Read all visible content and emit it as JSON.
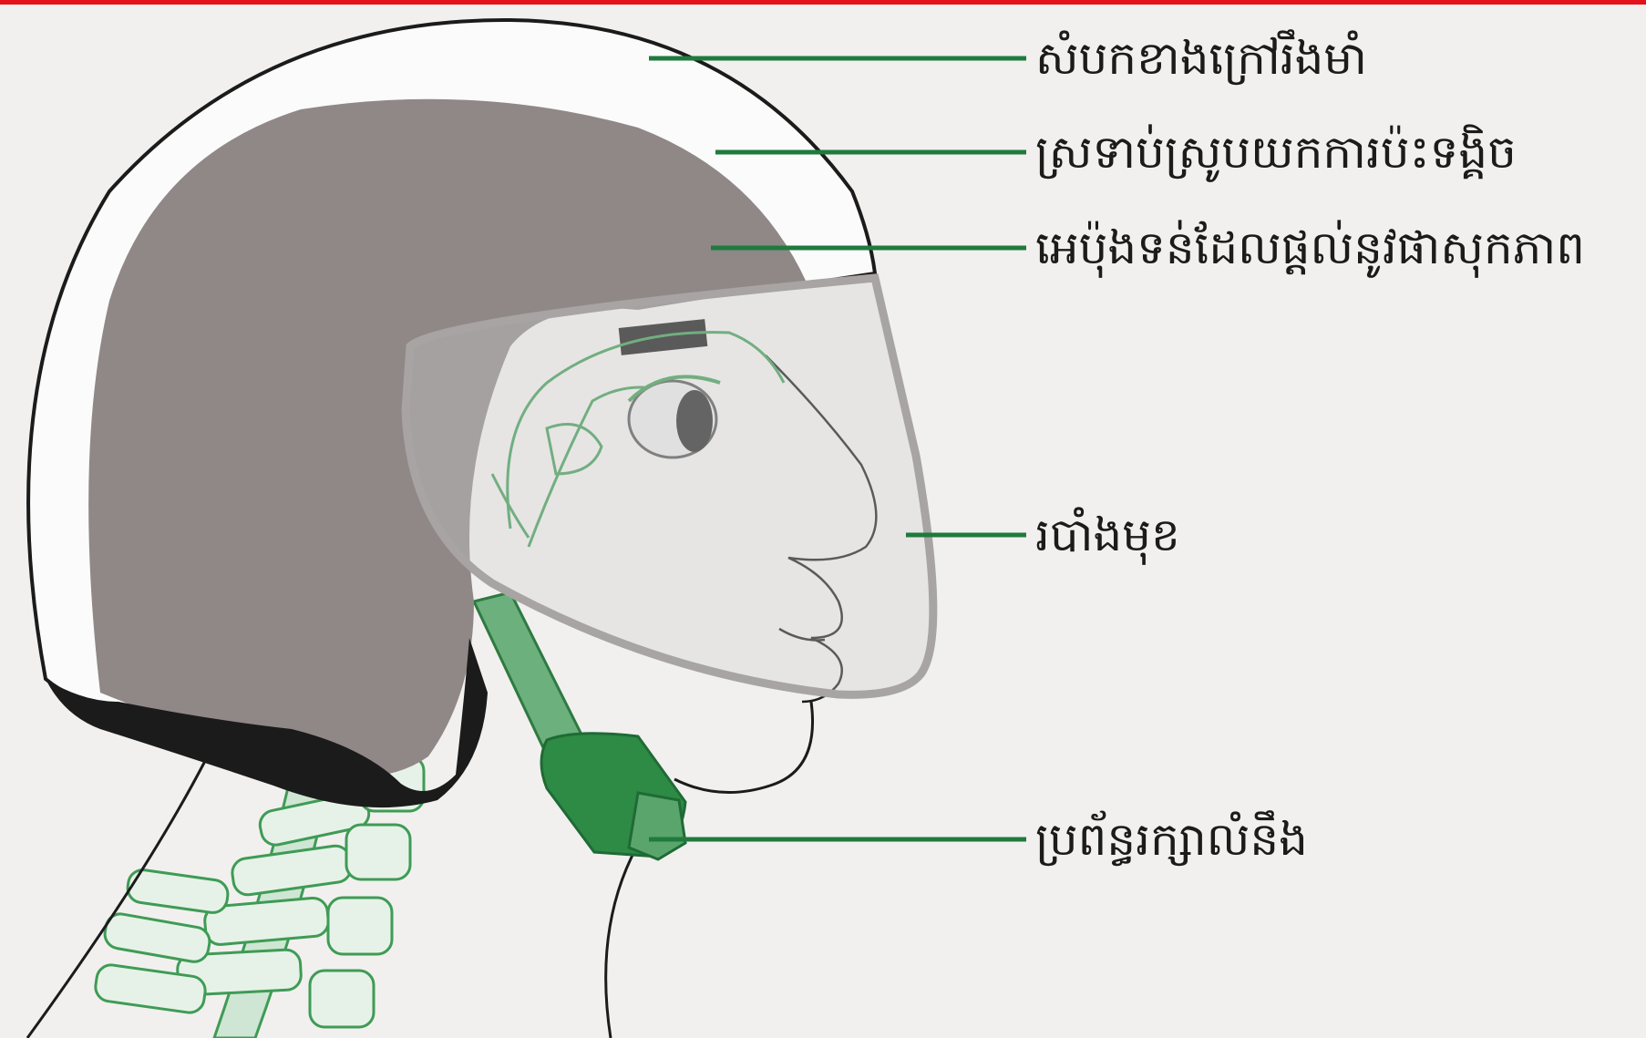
{
  "colors": {
    "accent_bar": "#e3121b",
    "leader_line": "#1f7a3d",
    "helmet_shell": "#fbfbfb",
    "helmet_liner": "#8f8887",
    "anatomy_green": "#3f9b55",
    "strap_green": "#2e8b45"
  },
  "labels": [
    {
      "id": "outer-shell",
      "text": "សំបកខាងក្រៅរឹងមាំ"
    },
    {
      "id": "impact-liner",
      "text": "ស្រទាប់ស្រូបយកការប៉ះទង្គិច"
    },
    {
      "id": "comfort-padding",
      "text": "អេប៉ុងទន់ដែលផ្តល់នូវផាសុកភាព"
    },
    {
      "id": "face-shield",
      "text": "របាំងមុខ"
    },
    {
      "id": "retention-system",
      "text": "ប្រព័ន្ធរក្សាលំនឹង"
    }
  ]
}
